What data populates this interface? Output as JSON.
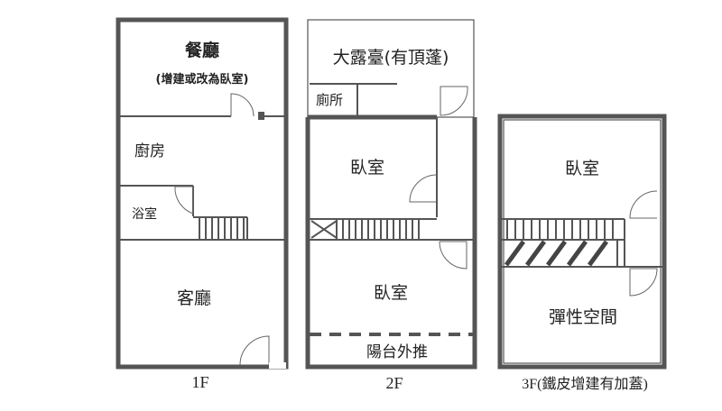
{
  "floors": [
    {
      "caption": "1F",
      "rooms": {
        "dining": "餐廳",
        "dining_note": "(增建或改為臥室)",
        "kitchen": "廚房",
        "bath": "浴室",
        "living": "客廳"
      }
    },
    {
      "caption": "2F",
      "rooms": {
        "terrace": "大露臺(有頂蓬)",
        "toilet": "廁所",
        "bedroom_a": "臥室",
        "bedroom_b": "臥室",
        "balcony": "陽台外推"
      }
    },
    {
      "caption": "3F(鐵皮增建有加蓋)",
      "rooms": {
        "bedroom": "臥室",
        "flex": "彈性空間"
      }
    }
  ]
}
